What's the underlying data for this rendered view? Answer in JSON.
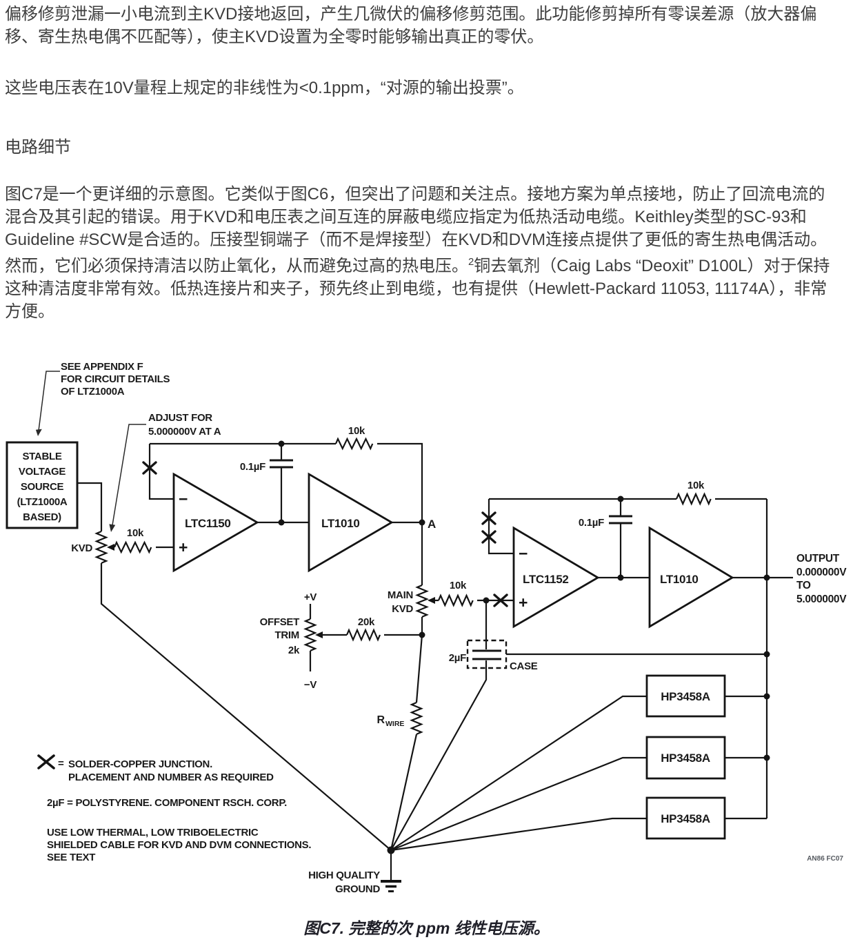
{
  "article": {
    "p1": "偏移修剪泄漏一小电流到主KVD接地返回，产生几微伏的偏移修剪范围。此功能修剪掉所有零误差源（放大器偏移、寄生热电偶不匹配等），使主KVD设置为全零时能够输出真正的零伏。",
    "p2": "这些电压表在10V量程上规定的非线性为<0.1ppm，“对源的输出投票”。",
    "heading": "电路细节",
    "p3_a": "图C7是一个更详细的示意图。它类似于图C6，但突出了问题和关注点。接地方案为单点接地，防止了回流电流的混合及其引起的错误。用于KVD和电压表之间互连的屏蔽电缆应指定为低热活动电缆。Keithley类型的SC-93和Guideline #SCW是合适的。压接型铜端子（而不是焊接型）在KVD和DVM连接点提供了更低的寄生热电偶活动。然而，它们必须保持清洁以防止氧化，从而避免过高的热电压。",
    "p3_sup": "2",
    "p3_b": "铜去氧剂（Caig Labs “Deoxit” D100L）对于保持这种清洁度非常有效。低热连接片和夹子，预先终止到电缆，也有提供（Hewlett-Packard 11053, 11174A），非常方便。"
  },
  "schematic": {
    "see_appendix_l1": "SEE APPENDIX F",
    "see_appendix_l2": "FOR CIRCUIT DETAILS",
    "see_appendix_l3": "OF LTZ1000A",
    "adjust_l1": "ADJUST FOR",
    "adjust_l2": "5.000000V AT A",
    "source_box": {
      "l1": "STABLE",
      "l2": "VOLTAGE",
      "l3": "SOURCE",
      "l4": "(LTZ1000A",
      "l5": "BASED)"
    },
    "kvd_label": "KVD",
    "r1_label": "10k",
    "rfb1_label": "10k",
    "c1_label": "0.1µF",
    "amp1": "LTC1150",
    "buf1": "LT1010",
    "minus": "−",
    "plus": "+",
    "node_a": "A",
    "main_kvd_l1": "MAIN",
    "main_kvd_l2": "KVD",
    "r2_label": "10k",
    "plus_v": "+V",
    "minus_v": "−V",
    "offset_l1": "OFFSET",
    "offset_l2": "TRIM",
    "offset_l3": "2k",
    "r20k_label": "20k",
    "rwire_main": "R",
    "rwire_sub": "WIRE",
    "c2uf_label": "2µF",
    "case_label": "CASE",
    "amp2": "LTC1152",
    "c3_label": "0.1µF",
    "buf2": "LT1010",
    "rfb2_label": "10k",
    "output_l1": "OUTPUT",
    "output_l2": "0.000000V",
    "output_l3": "TO",
    "output_l4": "5.000000V",
    "dvm1": "HP3458A",
    "dvm2": "HP3458A",
    "dvm3": "HP3458A",
    "ground_l1": "HIGH QUALITY",
    "ground_l2": "GROUND",
    "legend_eq": "=",
    "legend_x_l1": "SOLDER-COPPER JUNCTION.",
    "legend_x_l2": "PLACEMENT AND NUMBER AS REQUIRED",
    "legend_cap": "2µF = POLYSTYRENE. COMPONENT RSCH. CORP.",
    "legend_cable_l1": "USE LOW THERMAL, LOW TRIBOELECTRIC",
    "legend_cable_l2": "SHIELDED CABLE FOR KVD AND DVM CONNECTIONS.",
    "legend_cable_l3": "SEE TEXT",
    "doc_ref": "AN86 FC07"
  },
  "caption": "图C7. 完整的次 ppm 线性电压源。"
}
